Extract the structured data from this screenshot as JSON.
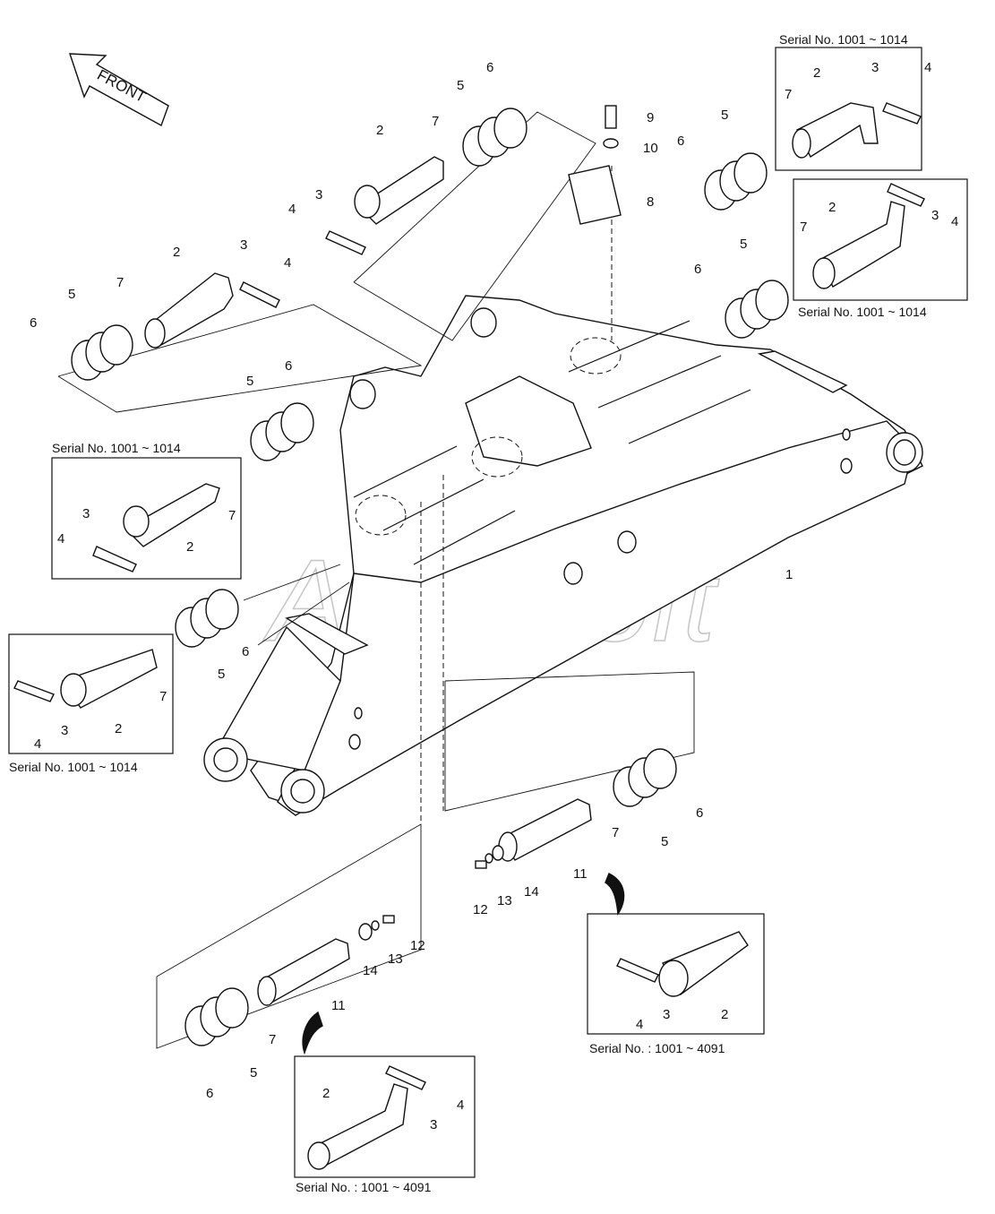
{
  "front_label": "FRONT",
  "watermark": "AutoSoft",
  "serial_a": "Serial No. 1001 ~ 1014",
  "serial_b": "Serial No. : 1001 ~ 4091",
  "part_numbers": [
    "1",
    "2",
    "3",
    "4",
    "5",
    "6",
    "7",
    "8",
    "9",
    "10",
    "11",
    "12",
    "13",
    "14"
  ]
}
